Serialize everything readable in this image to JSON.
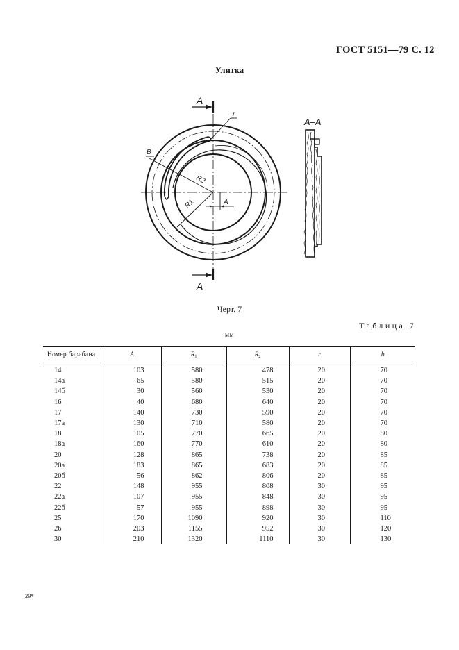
{
  "header": {
    "standard_ref": "ГОСТ 5151—79 С. 12"
  },
  "figure": {
    "title": "Улитка",
    "caption": "Черт. 7",
    "labels": {
      "section_mark_top": "A",
      "section_mark_bottom": "A",
      "section_view": "A–A",
      "radius_outer": "R2",
      "radius_inner": "R1",
      "dim_b": "B",
      "dim_r": "r",
      "dim_a": "A"
    }
  },
  "table": {
    "label": "Таблица 7",
    "units": "мм",
    "columns": [
      {
        "label": "Номер барабана"
      },
      {
        "label": "A"
      },
      {
        "label": "R",
        "sub": "1"
      },
      {
        "label": "R",
        "sub": "2"
      },
      {
        "label": "r"
      },
      {
        "label": "b"
      }
    ],
    "rows": [
      {
        "n": "14",
        "a": "103",
        "r1": "580",
        "r2": "478",
        "r": "20",
        "b": "70"
      },
      {
        "n": "14а",
        "a": "65",
        "r1": "580",
        "r2": "515",
        "r": "20",
        "b": "70"
      },
      {
        "n": "14б",
        "a": "30",
        "r1": "560",
        "r2": "530",
        "r": "20",
        "b": "70"
      },
      {
        "n": "16",
        "a": "40",
        "r1": "680",
        "r2": "640",
        "r": "20",
        "b": "70"
      },
      {
        "n": "17",
        "a": "140",
        "r1": "730",
        "r2": "590",
        "r": "20",
        "b": "70"
      },
      {
        "n": "17а",
        "a": "130",
        "r1": "710",
        "r2": "580",
        "r": "20",
        "b": "70"
      },
      {
        "n": "18",
        "a": "105",
        "r1": "770",
        "r2": "665",
        "r": "20",
        "b": "80"
      },
      {
        "n": "18а",
        "a": "160",
        "r1": "770",
        "r2": "610",
        "r": "20",
        "b": "80"
      },
      {
        "n": "20",
        "a": "128",
        "r1": "865",
        "r2": "738",
        "r": "20",
        "b": "85"
      },
      {
        "n": "20а",
        "a": "183",
        "r1": "865",
        "r2": "683",
        "r": "20",
        "b": "85"
      },
      {
        "n": "20б",
        "a": "56",
        "r1": "862",
        "r2": "806",
        "r": "20",
        "b": "85"
      },
      {
        "n": "22",
        "a": "148",
        "r1": "955",
        "r2": "808",
        "r": "30",
        "b": "95"
      },
      {
        "n": "22а",
        "a": "107",
        "r1": "955",
        "r2": "848",
        "r": "30",
        "b": "95"
      },
      {
        "n": "22б",
        "a": "57",
        "r1": "955",
        "r2": "898",
        "r": "30",
        "b": "95"
      },
      {
        "n": "25",
        "a": "170",
        "r1": "1090",
        "r2": "920",
        "r": "30",
        "b": "110"
      },
      {
        "n": "26",
        "a": "203",
        "r1": "1155",
        "r2": "952",
        "r": "30",
        "b": "120"
      },
      {
        "n": "30",
        "a": "210",
        "r1": "1320",
        "r2": "1110",
        "r": "30",
        "b": "130"
      }
    ]
  },
  "footer": {
    "page_mark": "29*"
  }
}
